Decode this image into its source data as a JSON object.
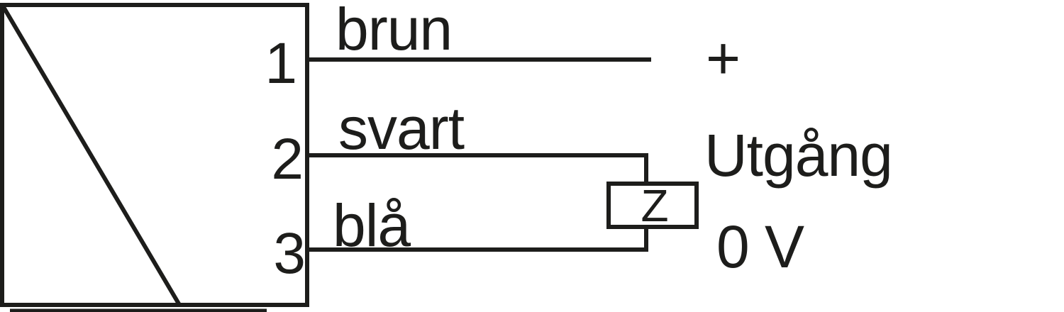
{
  "colors": {
    "line": "#1d1d1b",
    "background": "#ffffff"
  },
  "sensor": {
    "symbol": "box-with-diagonal"
  },
  "terminals": [
    {
      "pin": "1",
      "wire": "brun",
      "connection": "+"
    },
    {
      "pin": "2",
      "wire": "svart",
      "connection": "Utgång"
    },
    {
      "pin": "3",
      "wire": "blå",
      "connection": "0 V"
    }
  ],
  "load": {
    "label": "Z",
    "symbol": "impedance-box"
  }
}
